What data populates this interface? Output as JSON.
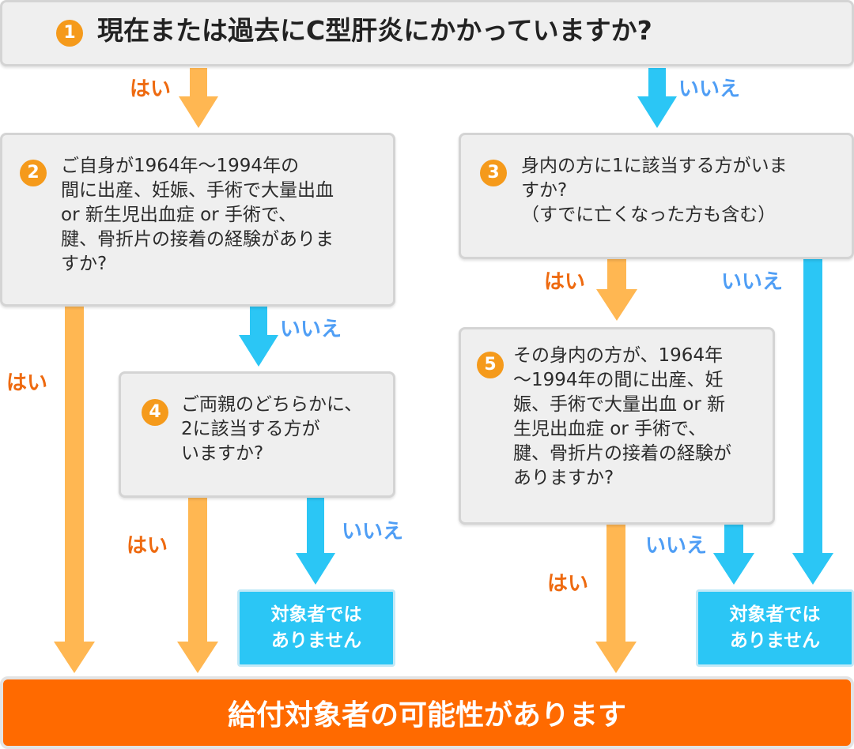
{
  "colors": {
    "yes_arrow": "#ffb752",
    "no_arrow": "#2bc6f5",
    "yes_label": "#ee6a10",
    "no_label": "#4f9ef5",
    "badge": "#f59a1b",
    "result": "#ff6a00"
  },
  "q1": {
    "num": "1",
    "text": "現在または過去にC型肝炎にかかっていますか?"
  },
  "q2": {
    "num": "2",
    "text": "ご自身が1964年～1994年の\n間に出産、妊娠、手術で大量出血\nor 新生児出血症 or 手術で、\n腱、骨折片の接着の経験がありま\nすか?"
  },
  "q3": {
    "num": "3",
    "text": "身内の方に1に該当する方がいま\nすか?\n（すでに亡くなった方も含む）"
  },
  "q4": {
    "num": "4",
    "text": "ご両親のどちらかに、\n2に該当する方が\nいますか?"
  },
  "q5": {
    "num": "5",
    "text": "その身内の方が、1964年\n～1994年の間に出産、妊\n娠、手術で大量出血 or 新\n生児出血症 or 手術で、\n腱、骨折片の接着の経験が\nありますか?"
  },
  "labels": {
    "yes": "はい",
    "no": "いいえ"
  },
  "not_eligible": "対象者では\nありません",
  "result": "給付対象者の可能性があります"
}
